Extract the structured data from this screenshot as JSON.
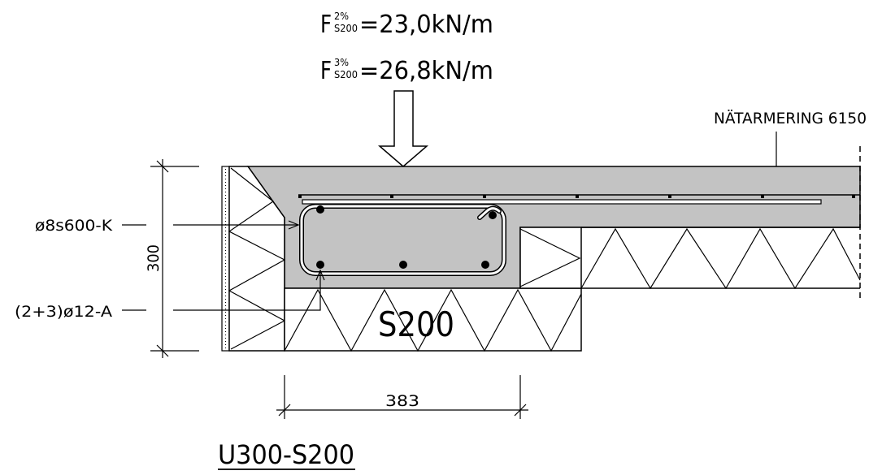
{
  "loads": [
    {
      "symbol": "F",
      "sup": "2%",
      "sub": "S200",
      "value": "=23,0kN/m"
    },
    {
      "symbol": "F",
      "sup": "3%",
      "sub": "S200",
      "value": "=26,8kN/m"
    }
  ],
  "labels": {
    "mesh": "NÄTARMERING 6150",
    "stirrup": "ø8s600-K",
    "bars": "(2+3)ø12-A",
    "insulation": "S200",
    "height_dim": "300",
    "width_dim": "383",
    "title": "U300-S200"
  },
  "colors": {
    "concrete": "#c3c3c3",
    "line": "#000000",
    "background": "#ffffff"
  }
}
